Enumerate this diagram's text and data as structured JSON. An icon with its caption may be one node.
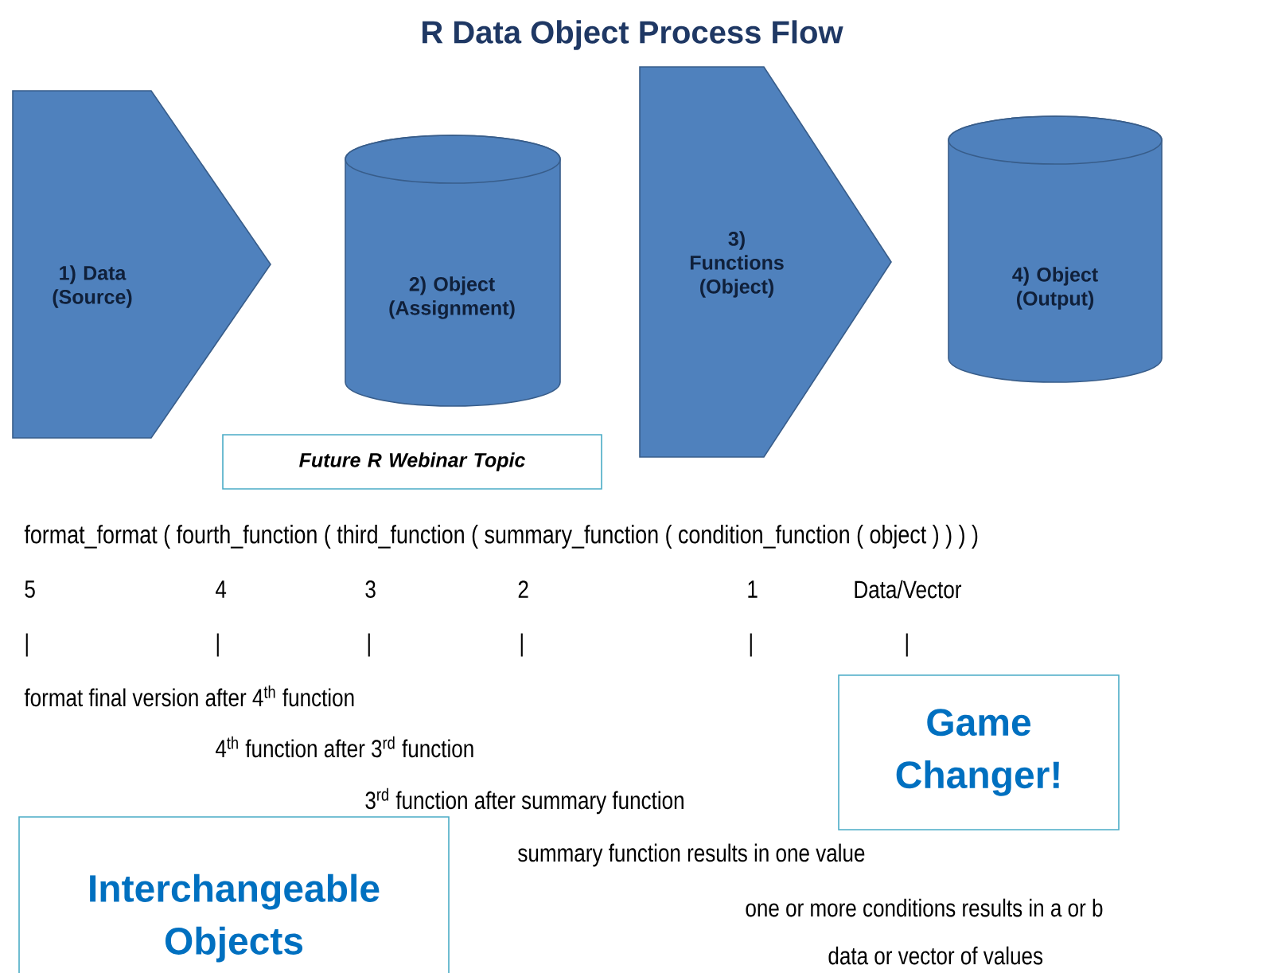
{
  "diagram": {
    "title": "R Data Object Process Flow",
    "nodes": [
      {
        "text": [
          "1) Data (Source)"
        ]
      },
      {
        "text": [
          "2) Object (Assignment)"
        ]
      },
      {
        "text": [
          "3) Functions (Object)"
        ]
      },
      {
        "text": [
          "4) Object (Output)"
        ]
      },
      {
        "text": [
          "Future R Webinar Topic"
        ]
      },
      {
        "text": [
          "Game Changer!"
        ]
      },
      {
        "text": [
          "Interchangeable Objects"
        ]
      }
    ],
    "edges": [],
    "labels": [
      "format_format ( fourth_function ( third_function ( summary_function ( condition_function ( object ) ) ) )",
      "5",
      "4",
      "3",
      "2",
      "1",
      "Data/Vector",
      "|",
      "|",
      "|",
      "|",
      "|",
      "|",
      "format final version after 4$^{th}$ function",
      "4$^{th}$ function after 3$^{rd}$ function",
      "3$^{rd}$ function after summary function",
      "summary function results in one value",
      "one or more conditions results in a or b",
      "data or vector of values"
    ]
  }
}
